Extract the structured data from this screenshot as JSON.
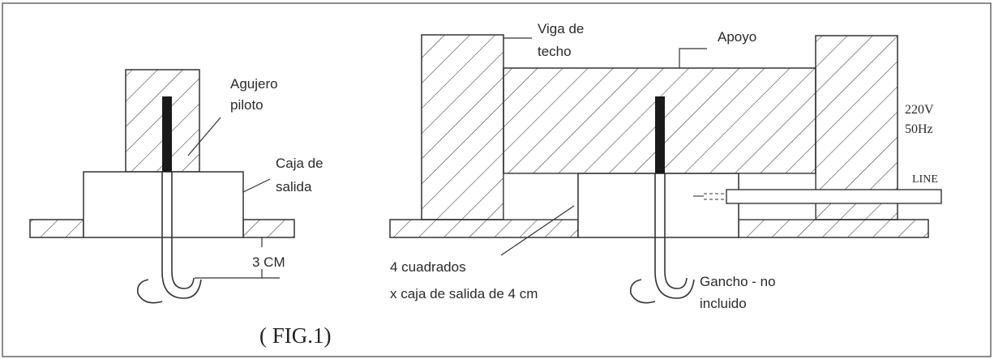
{
  "labels": {
    "agujero_line1": "Agujero",
    "agujero_line2": "piloto",
    "caja_line1": "Caja de",
    "caja_line2": "salida",
    "dimension": "3 CM",
    "viga_line1": "Viga de",
    "viga_line2": "techo",
    "apoyo": "Apoyo",
    "voltage": "220V",
    "frequency": "50Hz",
    "line": "LINE",
    "cuadrados_line1": "4 cuadrados",
    "cuadrados_line2": "x caja de salida de 4 cm",
    "gancho_line1": "Gancho - no",
    "gancho_line2": "incluido",
    "figure": "( FIG.1)"
  }
}
